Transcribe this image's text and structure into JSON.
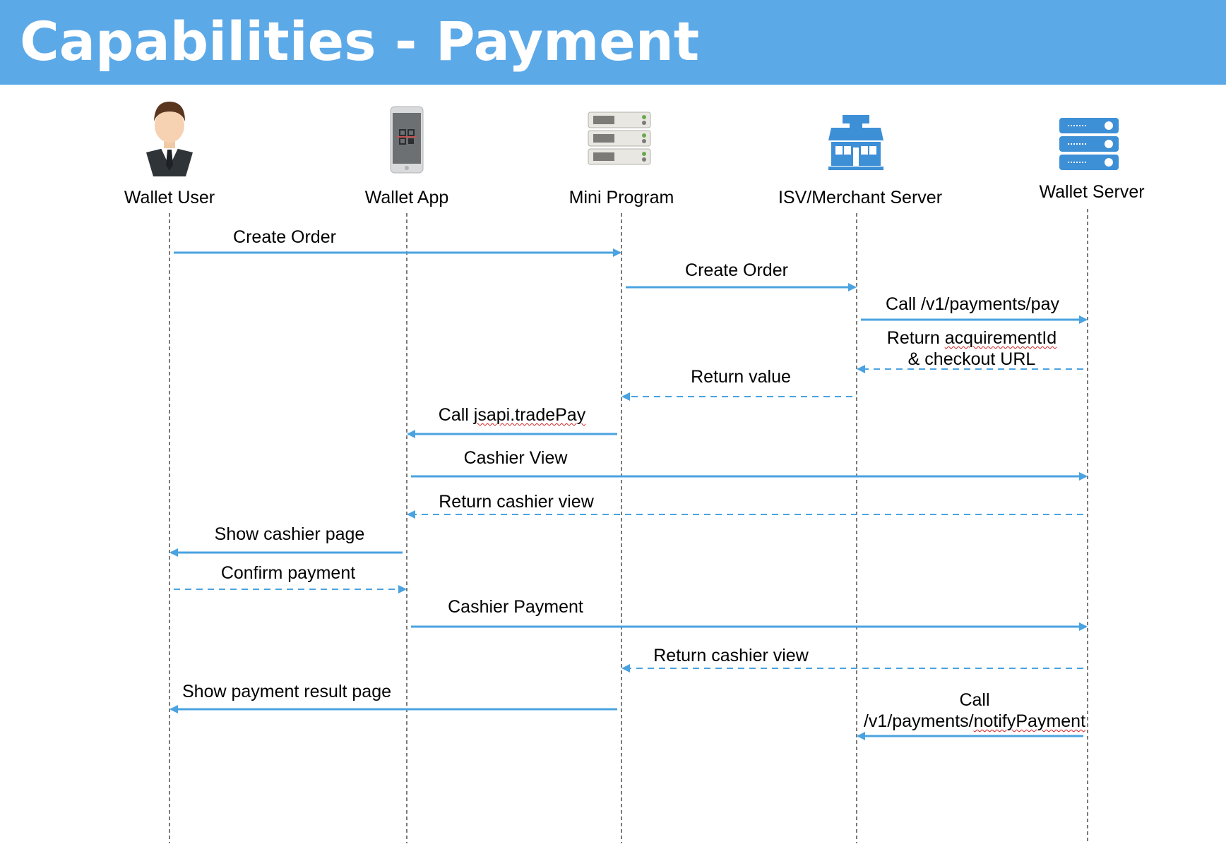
{
  "title": "Capabilities - Payment",
  "colors": {
    "header": "#5ca9e8",
    "arrow": "#4aa3e0",
    "lifeline": "#333333"
  },
  "actors": [
    {
      "id": "user",
      "label": "Wallet User",
      "icon": "businessman-icon"
    },
    {
      "id": "app",
      "label": "Wallet App",
      "icon": "smartphone-qr-icon"
    },
    {
      "id": "mini",
      "label": "Mini Program",
      "icon": "server-rack-icon"
    },
    {
      "id": "isv",
      "label": "ISV/Merchant Server",
      "icon": "storefront-icon"
    },
    {
      "id": "wallet",
      "label": "Wallet Server",
      "icon": "database-server-icon"
    }
  ],
  "messages": [
    {
      "from": "user",
      "to": "mini",
      "lines": [
        "Create Order"
      ],
      "style": "solid"
    },
    {
      "from": "mini",
      "to": "isv",
      "lines": [
        "Create Order"
      ],
      "style": "solid"
    },
    {
      "from": "isv",
      "to": "wallet",
      "lines": [
        "Call /v1/payments/pay"
      ],
      "style": "solid"
    },
    {
      "from": "wallet",
      "to": "isv",
      "lines": [
        "Return acquirementId",
        "& checkout URL"
      ],
      "style": "dashed"
    },
    {
      "from": "isv",
      "to": "mini",
      "lines": [
        "Return value"
      ],
      "style": "dashed"
    },
    {
      "from": "mini",
      "to": "app",
      "lines": [
        "Call jsapi.tradePay"
      ],
      "style": "solid"
    },
    {
      "from": "app",
      "to": "wallet",
      "lines": [
        "Cashier View"
      ],
      "style": "solid"
    },
    {
      "from": "wallet",
      "to": "app",
      "lines": [
        "Return cashier view"
      ],
      "style": "dashed"
    },
    {
      "from": "app",
      "to": "user",
      "lines": [
        "Show cashier page"
      ],
      "style": "solid"
    },
    {
      "from": "user",
      "to": "app",
      "lines": [
        "Confirm payment"
      ],
      "style": "dashed"
    },
    {
      "from": "app",
      "to": "wallet",
      "lines": [
        "Cashier Payment"
      ],
      "style": "solid"
    },
    {
      "from": "wallet",
      "to": "mini",
      "lines": [
        "Return cashier view"
      ],
      "style": "dashed"
    },
    {
      "from": "mini",
      "to": "user",
      "lines": [
        "Show payment result page"
      ],
      "style": "solid"
    },
    {
      "from": "wallet",
      "to": "isv",
      "lines": [
        "Call",
        "/v1/payments/notifyPayment"
      ],
      "style": "solid"
    }
  ]
}
